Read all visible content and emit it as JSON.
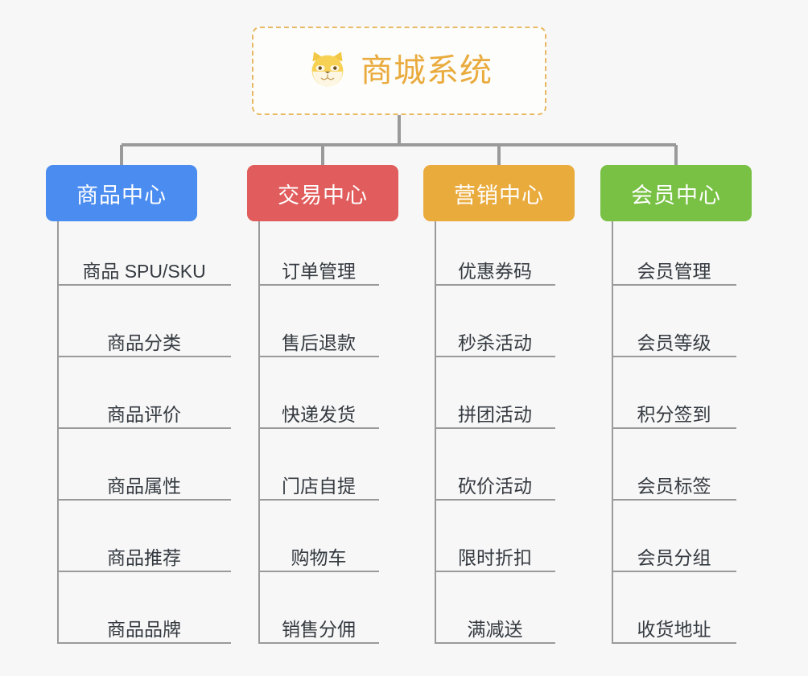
{
  "diagram": {
    "type": "mindmap-org-chart",
    "background_color": "#f7f7f7",
    "connector_color": "#9a9a9a",
    "root": {
      "title": "商城系统",
      "icon": "shiba-dog-face-icon",
      "text_color": "#e9ab3d",
      "border_color": "#e8b964",
      "border_style": "dashed",
      "card_background": "#fdfdfb"
    },
    "branches": [
      {
        "label": "商品中心",
        "color": "#4a8cf0",
        "name": "product-center",
        "items": [
          "商品 SPU/SKU",
          "商品分类",
          "商品评价",
          "商品属性",
          "商品推荐",
          "商品品牌"
        ]
      },
      {
        "label": "交易中心",
        "color": "#e15c5c",
        "name": "trade-center",
        "items": [
          "订单管理",
          "售后退款",
          "快递发货",
          "门店自提",
          "购物车",
          "销售分佣"
        ]
      },
      {
        "label": "营销中心",
        "color": "#eaab3d",
        "name": "marketing-center",
        "items": [
          "优惠券码",
          "秒杀活动",
          "拼团活动",
          "砍价活动",
          "限时折扣",
          "满减送"
        ]
      },
      {
        "label": "会员中心",
        "color": "#78c144",
        "name": "member-center",
        "items": [
          "会员管理",
          "会员等级",
          "积分签到",
          "会员标签",
          "会员分组",
          "收货地址"
        ]
      }
    ]
  }
}
